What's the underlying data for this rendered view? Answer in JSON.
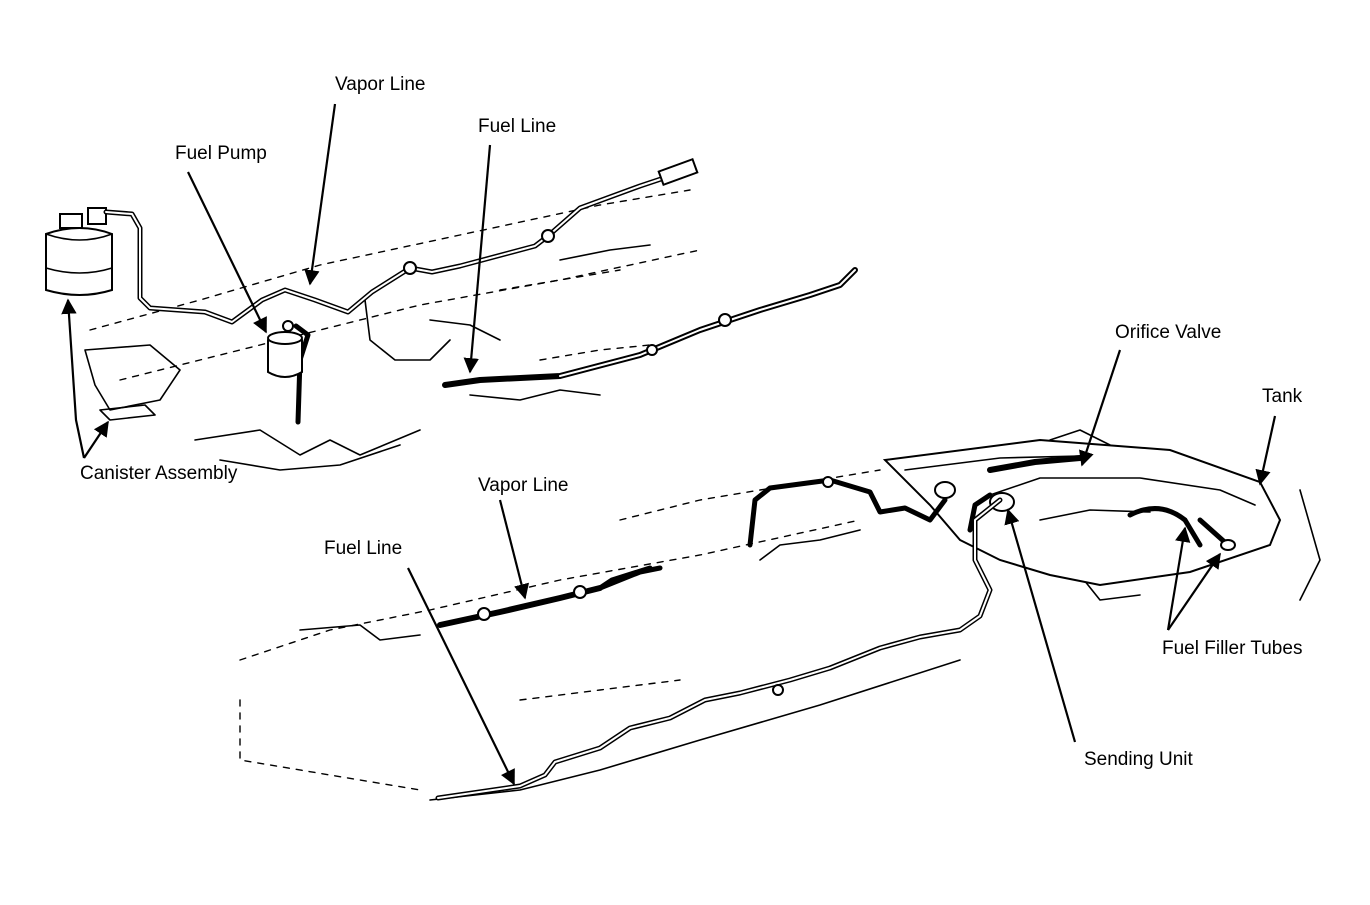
{
  "labels": {
    "vapor_line_top": "Vapor Line",
    "fuel_line_top": "Fuel Line",
    "fuel_pump": "Fuel Pump",
    "canister_assembly": "Canister Assembly",
    "orifice_valve": "Orifice Valve",
    "tank": "Tank",
    "vapor_line_bottom": "Vapor Line",
    "fuel_line_bottom": "Fuel Line",
    "fuel_filler_tubes": "Fuel Filler Tubes",
    "sending_unit": "Sending Unit"
  }
}
